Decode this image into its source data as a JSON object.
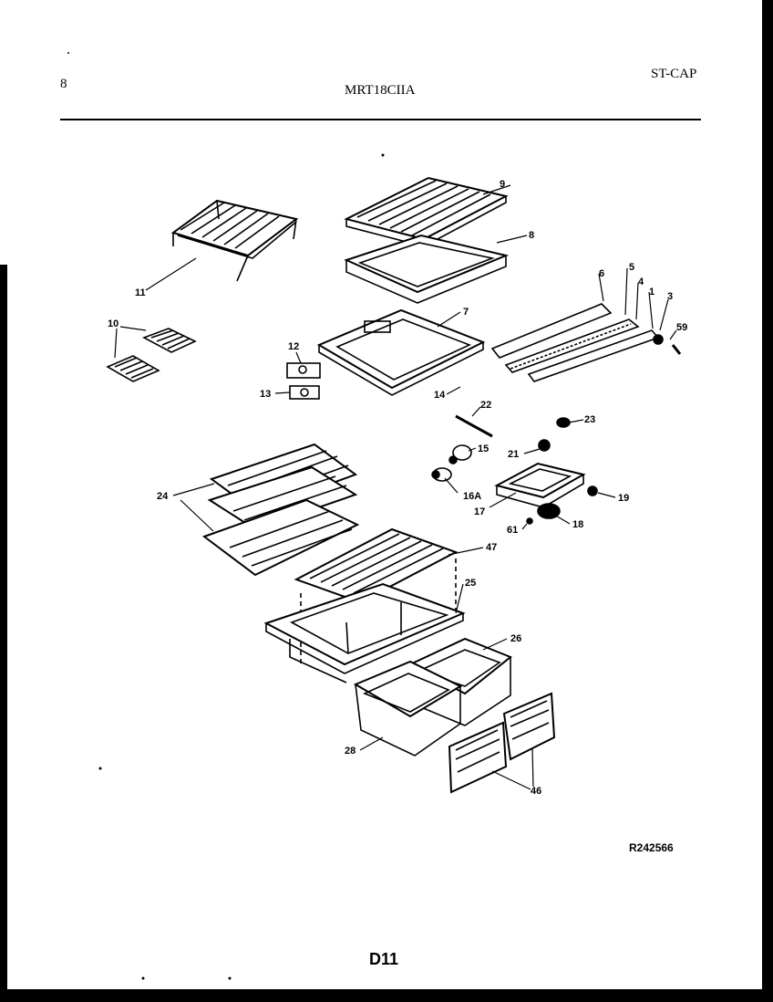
{
  "header": {
    "page_number": "8",
    "model": "MRT18CIIA",
    "section_code": "ST-CAP"
  },
  "callouts": {
    "c9": "9",
    "c8": "8",
    "c11": "11",
    "c7": "7",
    "c6": "6",
    "c5": "5",
    "c4": "4",
    "c1": "1",
    "c3": "3",
    "c59": "59",
    "c10": "10",
    "c12": "12",
    "c13": "13",
    "c14": "14",
    "c22": "22",
    "c23": "23",
    "c15": "15",
    "c21": "21",
    "c16a": "16A",
    "c17": "17",
    "c19": "19",
    "c24": "24",
    "c61": "61",
    "c18": "18",
    "c47": "47",
    "c25": "25",
    "c26": "26",
    "c28": "28",
    "c46": "46"
  },
  "footer": {
    "drawing_number": "R242566",
    "page_label": "D11"
  }
}
